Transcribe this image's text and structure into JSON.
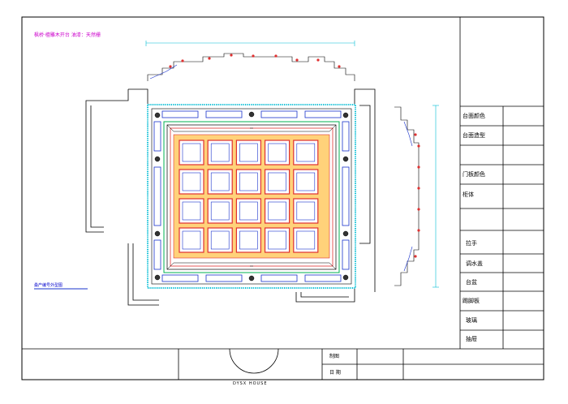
{
  "title_note": "枫桥·檀雕木开台  油漆：天然栅",
  "side_note": "桑产编号外型图",
  "footer_brand": "DYSX HOUSE",
  "spec_table": {
    "rows": [
      "台面颜色",
      "台面造型",
      "",
      "门板颜色",
      "柜体",
      "",
      "",
      "拉手",
      "调水盖",
      "台盆",
      "踢脚板",
      "玻璃",
      "抽屉"
    ]
  },
  "title_block": {
    "drawn_label": "制图",
    "date_label": "日 期"
  },
  "colors": {
    "frame": "#000000",
    "cyan": "#00bcd4",
    "blue": "#1a33cc",
    "red": "#e03030",
    "green": "#00b050",
    "yellow": "#ffd27a",
    "magenta": "#cc00cc"
  }
}
